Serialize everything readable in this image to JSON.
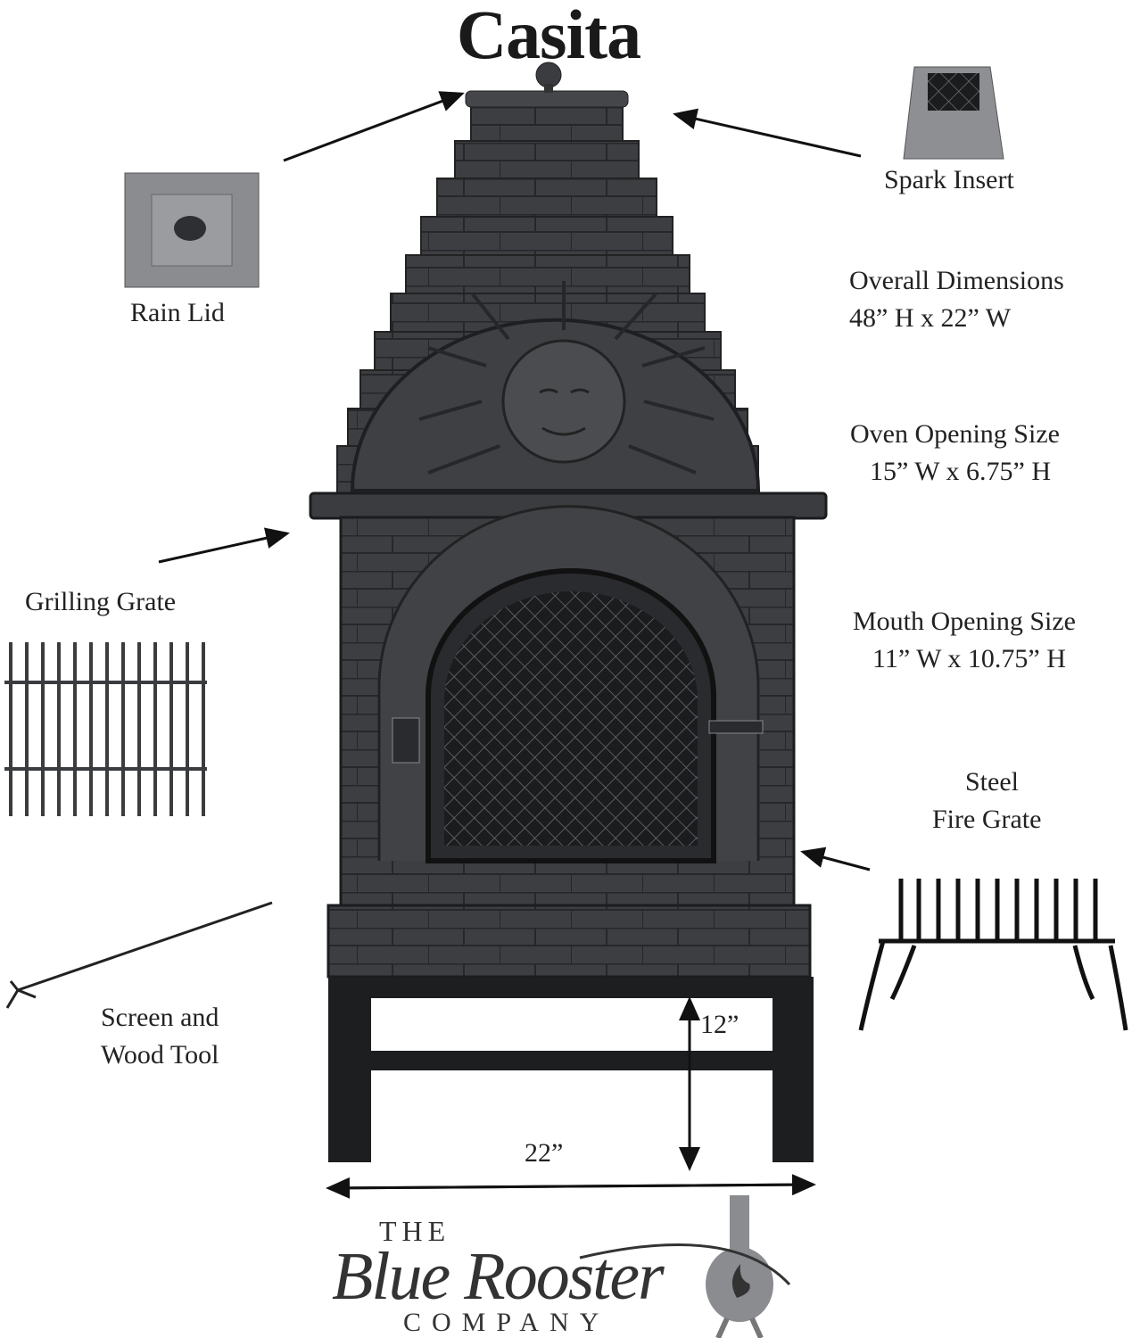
{
  "title": "Casita",
  "callouts": {
    "rain_lid": "Rain Lid",
    "spark_insert": "Spark Insert",
    "grilling_grate": "Grilling Grate",
    "screen_tool_1": "Screen and",
    "screen_tool_2": "Wood Tool",
    "fire_grate_1": "Steel",
    "fire_grate_2": "Fire Grate"
  },
  "specs": {
    "overall_label": "Overall Dimensions",
    "overall_value": "48” H x 22” W",
    "oven_label": "Oven Opening Size",
    "oven_value": "15” W x 6.75” H",
    "mouth_label": "Mouth Opening Size",
    "mouth_value": "11” W x 10.75” H"
  },
  "dimensions": {
    "stand_height": "12”",
    "width": "22”"
  },
  "logo": {
    "the": "THE",
    "name": "Blue Rooster",
    "company": "COMPANY"
  },
  "colors": {
    "iron": "#3a3c40",
    "iron_dark": "#1f2023",
    "iron_light": "#55585d"
  }
}
